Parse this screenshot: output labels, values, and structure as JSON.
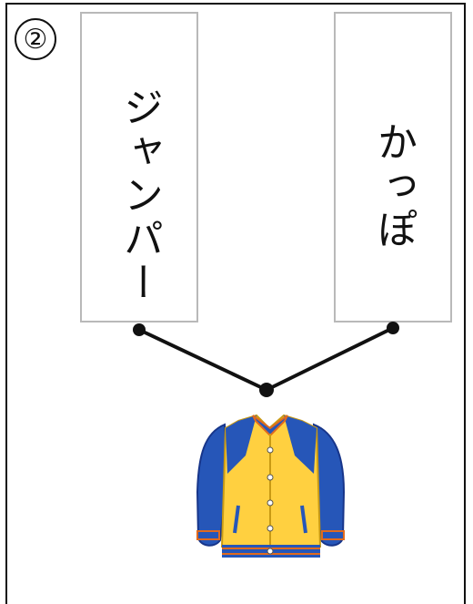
{
  "question_number": "②",
  "cards": {
    "left": {
      "text": "ジャンパー"
    },
    "right": {
      "text": "かっぽ"
    }
  },
  "illustration": {
    "icon": "jacket-icon",
    "colors": {
      "body": "#FFD040",
      "sleeves": "#2656B8",
      "trim": "#E06A1E"
    }
  }
}
